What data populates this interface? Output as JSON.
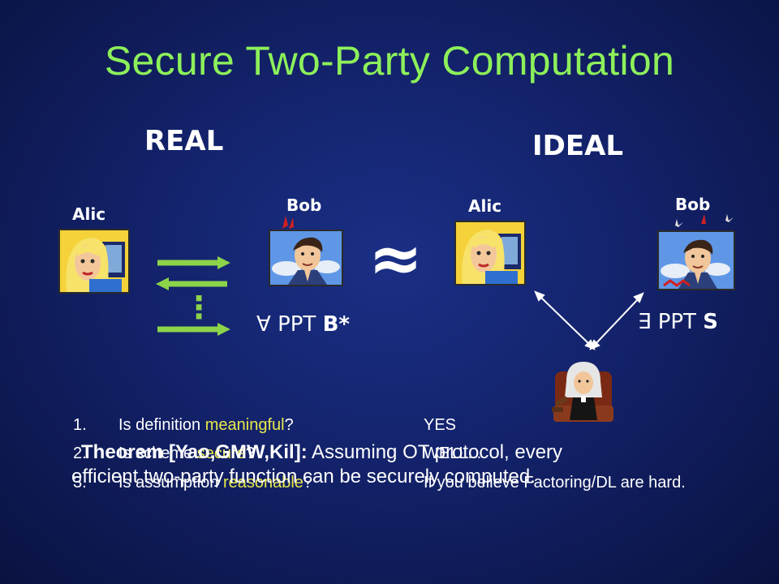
{
  "title": "Secure Two-Party Computation",
  "real": {
    "heading": "REAL",
    "alice_label": "Alic",
    "bob_label": "Bob",
    "dots": "⋮",
    "quantifier_symbol": "∀",
    "quantifier_text": "PPT",
    "quantifier_var": "B*"
  },
  "approx_symbol": "≈",
  "ideal": {
    "heading": "IDEAL",
    "alice_label": "Alic",
    "bob_label": "Bob",
    "quantifier_symbol": "∃",
    "quantifier_text": "PPT",
    "quantifier_var": "S"
  },
  "questions": [
    {
      "num": "1.",
      "pre": "Is definition ",
      "hl": "meaningful",
      "post": "?",
      "answer": "YES"
    },
    {
      "num": "2.",
      "pre": "Is scheme ",
      "hl": "secure",
      "post": "?",
      "answer": "WELL..."
    },
    {
      "num": "3.",
      "pre": "Is assumption ",
      "hl": "reasonable",
      "post": "?",
      "answer": "If you believe Factoring/DL are hard."
    }
  ],
  "theorem": {
    "label": "Theorem [Yao,GMW,Kil]:",
    "line1": " Assuming OT protocol, every",
    "line2": "efficient two-party function can be securely computed."
  },
  "colors": {
    "title": "#8df05a",
    "arrow_green": "#8cd44a",
    "highlight": "#e8e84a"
  }
}
